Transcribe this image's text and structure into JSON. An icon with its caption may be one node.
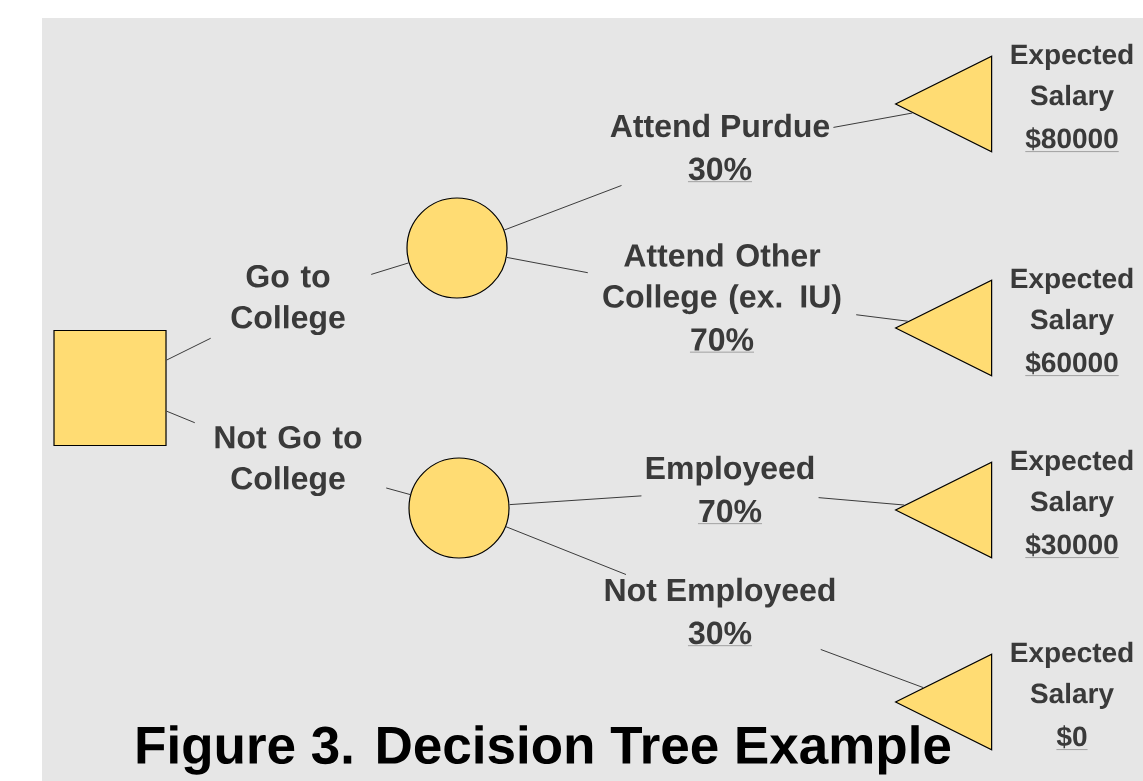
{
  "diagram": {
    "caption": "Figure 3. Decision Tree Example",
    "nodes": [
      {
        "text": [],
        "shape": "box"
      },
      {
        "text": [
          "Go to College"
        ]
      },
      {
        "text": [
          "Not Go to College"
        ]
      },
      {
        "text": [],
        "shape": "circle"
      },
      {
        "text": [],
        "shape": "circle"
      },
      {
        "text": [
          "Attend Purdue",
          "30%"
        ]
      },
      {
        "text": [
          "Attend Other College (ex. IU)",
          "70%"
        ]
      },
      {
        "text": [
          "Employeed",
          "70%"
        ]
      },
      {
        "text": [
          "Not Employeed",
          "30%"
        ]
      },
      {
        "text": [],
        "shape": "triangle",
        "beside": [
          "Expected Salary",
          "$80000"
        ]
      },
      {
        "text": [],
        "shape": "triangle",
        "beside": [
          "Expected Salary",
          "$60000"
        ]
      },
      {
        "text": [],
        "shape": "triangle",
        "beside": [
          "Expected Salary",
          "$30000"
        ]
      },
      {
        "text": [],
        "shape": "triangle",
        "beside": [
          "Expected Salary",
          "$0"
        ]
      }
    ],
    "edges": [
      {
        "from": 0,
        "to": 1,
        "arrow": "none"
      },
      {
        "from": 1,
        "to": 3,
        "arrow": "none"
      },
      {
        "from": 0,
        "to": 2,
        "arrow": "none"
      },
      {
        "from": 2,
        "to": 4,
        "arrow": "none"
      },
      {
        "from": 3,
        "to": 5,
        "arrow": "none"
      },
      {
        "from": 5,
        "to": 9,
        "arrow": "none"
      },
      {
        "from": 3,
        "to": 6,
        "arrow": "none"
      },
      {
        "from": 6,
        "to": 10,
        "arrow": "none"
      },
      {
        "from": 4,
        "to": 7,
        "arrow": "none"
      },
      {
        "from": 7,
        "to": 11,
        "arrow": "none"
      },
      {
        "from": 4,
        "to": 8,
        "arrow": "none"
      },
      {
        "from": 8,
        "to": 12,
        "arrow": "none"
      }
    ]
  }
}
